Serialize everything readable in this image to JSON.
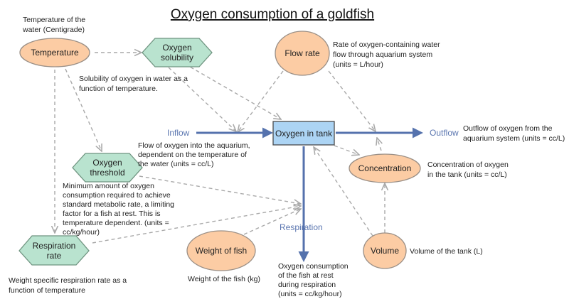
{
  "title": "Oxygen consumption of a goldfish",
  "colors": {
    "ellipse_fill": "#fccca4",
    "ellipse_stroke": "#9a8f86",
    "hexagon_fill": "#b9e3cf",
    "hexagon_stroke": "#6f9480",
    "stock_fill": "#acd4f4",
    "stock_stroke": "#4a4a4a",
    "flow": "#5572ad",
    "dashed": "#a9a9a9"
  },
  "nodes": {
    "temperature": "Temperature",
    "oxygen_solubility": [
      "Oxygen",
      "solubility"
    ],
    "flow_rate": "Flow rate",
    "oxygen_in_tank": "Oxygen in tank",
    "oxygen_threshold": [
      "Oxygen",
      "threshold"
    ],
    "concentration": "Concentration",
    "respiration_rate": [
      "Respiration",
      "rate"
    ],
    "weight_of_fish": "Weight of fish",
    "volume": "Volume"
  },
  "flows": {
    "inflow": "Inflow",
    "outflow": "Outflow",
    "respiration": "Respiration"
  },
  "notes": {
    "temperature": [
      "Temperature of the",
      "water (Centigrade)"
    ],
    "solubility": [
      "Solubility of oxygen in water as a",
      "function of temperature."
    ],
    "flow_rate": [
      "Rate of oxygen-containing water",
      "flow through aquarium system",
      "(units = L/hour)"
    ],
    "inflow": [
      "Flow of oxygen into the aquarium,",
      "dependent on the temperature of",
      "the water (units = cc/L)"
    ],
    "outflow": [
      "Outflow of oxygen from the",
      "aquarium system (units = cc/L)"
    ],
    "concentration": [
      "Concentration of oxygen",
      "in the tank (units = cc/L)"
    ],
    "threshold": [
      "Minimum amount of oxygen",
      "consumption required to achieve",
      "standard metabolic rate, a limiting",
      "factor for a fish at rest. This is",
      "temperature dependent. (units =",
      "cc/kg/hour)"
    ],
    "respiration_rate": [
      "Weight specific respiration rate as a",
      "function of temperature"
    ],
    "weight": "Weight of the fish (kg)",
    "consumption": [
      "Oxygen consumption",
      "of the fish at rest",
      "during respiration",
      "(units = cc/kg/hour)"
    ],
    "volume": "Volume of the tank (L)"
  }
}
